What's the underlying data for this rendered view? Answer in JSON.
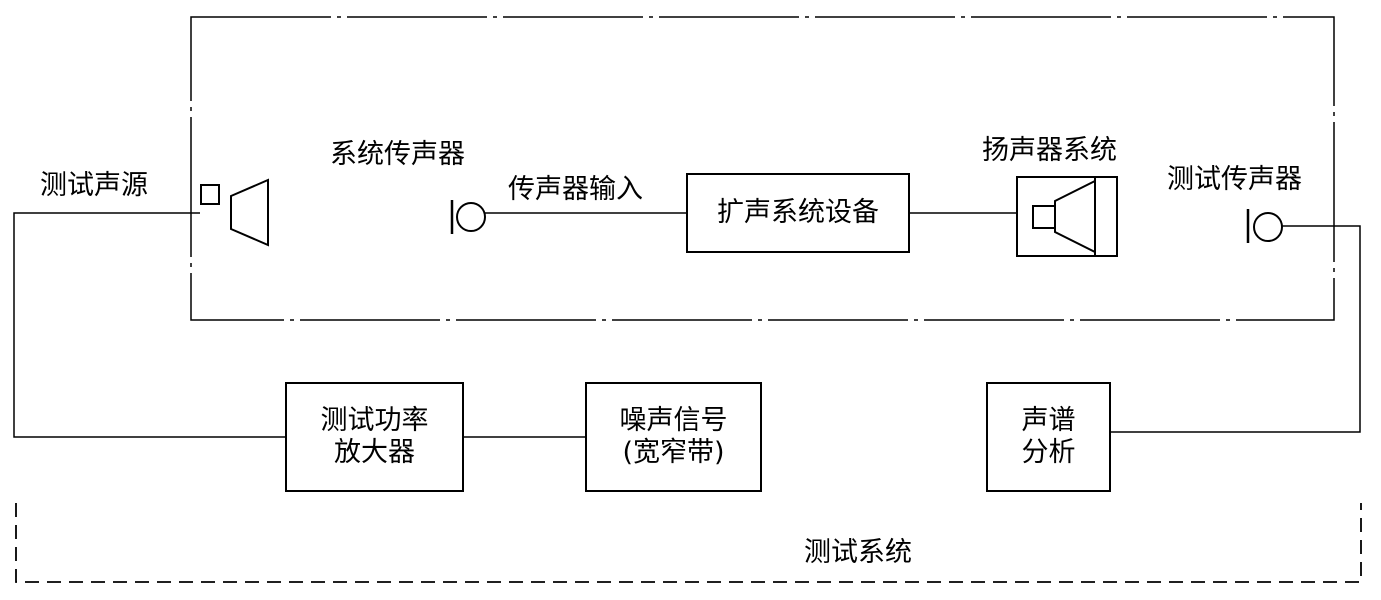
{
  "labels": {
    "test_source": "测试声源",
    "system_microphone": "系统传声器",
    "microphone_input": "传声器输入",
    "speaker_system": "扬声器系统",
    "test_microphone": "测试传声器",
    "test_system": "测试系统"
  },
  "blocks": {
    "pa_equipment": "扩声系统设备",
    "power_amp_line1": "测试功率",
    "power_amp_line2": "放大器",
    "noise_line1": "噪声信号",
    "noise_line2": "(宽窄带)",
    "spectrum_line1": "声谱",
    "spectrum_line2": "分析"
  }
}
